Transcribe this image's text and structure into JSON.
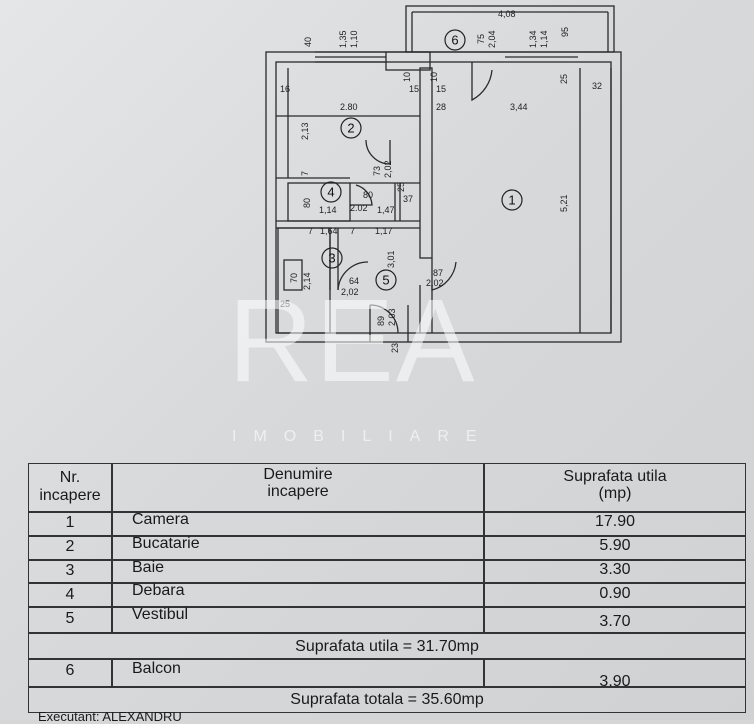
{
  "plan": {
    "rooms": [
      {
        "num": "1"
      },
      {
        "num": "2"
      },
      {
        "num": "3"
      },
      {
        "num": "4"
      },
      {
        "num": "5"
      },
      {
        "num": "6"
      }
    ],
    "dimensions": {
      "top_40": "40",
      "top_135": "1,35",
      "top_110": "1,10",
      "balcony_width": "4,08",
      "balcony_75": "75",
      "balcony_204": "2,04",
      "balcony_134": "1,34",
      "balcony_114": "1,14",
      "balcony_95": "95",
      "d16": "16",
      "d10a": "10",
      "d15a": "15",
      "d10b": "10",
      "d15b": "15",
      "d25a": "25",
      "d32": "32",
      "kitchen_width": "2.80",
      "d28": "28",
      "room1_width": "3,44",
      "kitchen_depth": "2,13",
      "d7a": "7",
      "door_73": "73",
      "door_202a": "2,02",
      "d80a": "80",
      "d80b": "80",
      "d25b": "25",
      "pantry_width": "1,14",
      "door_202b": "2.02",
      "d147": "1,47",
      "d37": "37",
      "room1_depth": "5,21",
      "d7b": "7",
      "d164": "1,64",
      "d7c": "7",
      "d117": "1,17",
      "d301": "3,01",
      "d70": "70",
      "d214": "2,14",
      "d64": "64",
      "door_202c": "2,02",
      "d87": "87",
      "door_202d": "2.02",
      "d25c": "25",
      "d89": "89",
      "door_203": "2.03",
      "d23": "23"
    }
  },
  "watermark": {
    "brand": "REA",
    "sub": "IMOBILIARE"
  },
  "table": {
    "headers": {
      "nr": "Nr.",
      "nr2": "incapere",
      "name": "Denumire",
      "name2": "incapere",
      "area": "Suprafata utila",
      "area2": "(mp)"
    },
    "rows": [
      {
        "nr": "1",
        "name": "Camera",
        "area": "17.90"
      },
      {
        "nr": "2",
        "name": "Bucatarie",
        "area": "5.90"
      },
      {
        "nr": "3",
        "name": "Baie",
        "area": "3.30"
      },
      {
        "nr": "4",
        "name": "Debara",
        "area": "0.90"
      },
      {
        "nr": "5",
        "name": "Vestibul",
        "area": "3.70"
      }
    ],
    "subtotal": "Suprafata  utila = 31.70mp",
    "balcony": {
      "nr": "6",
      "name": "Balcon",
      "area": "3.90"
    },
    "total": "Suprafata totala = 35.60mp",
    "footer": "Executant: ALEXANDRU"
  }
}
